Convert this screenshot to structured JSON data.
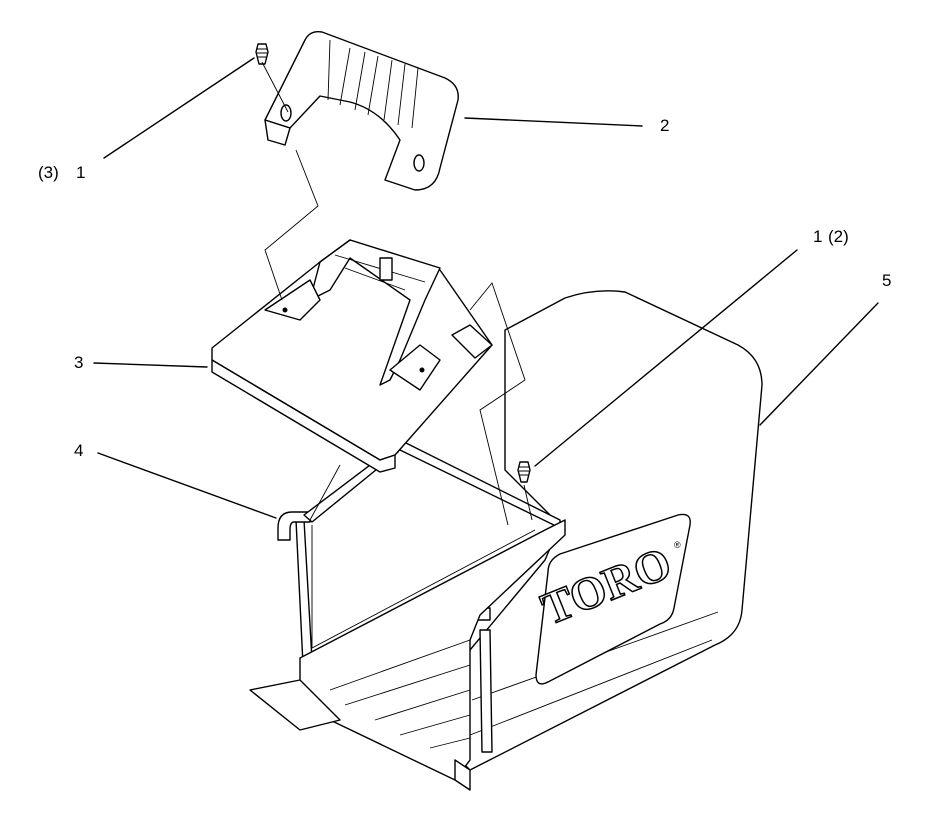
{
  "callouts": {
    "c1_top_qty": "(3)",
    "c1_top": "1",
    "c2": "2",
    "c3": "3",
    "c4": "4",
    "c1_right": "1",
    "c1_right_qty": "(2)",
    "c5": "5"
  },
  "brand": {
    "logo_text": "TORO",
    "registered_mark": "®"
  },
  "colors": {
    "line": "#000000",
    "background": "#ffffff"
  }
}
